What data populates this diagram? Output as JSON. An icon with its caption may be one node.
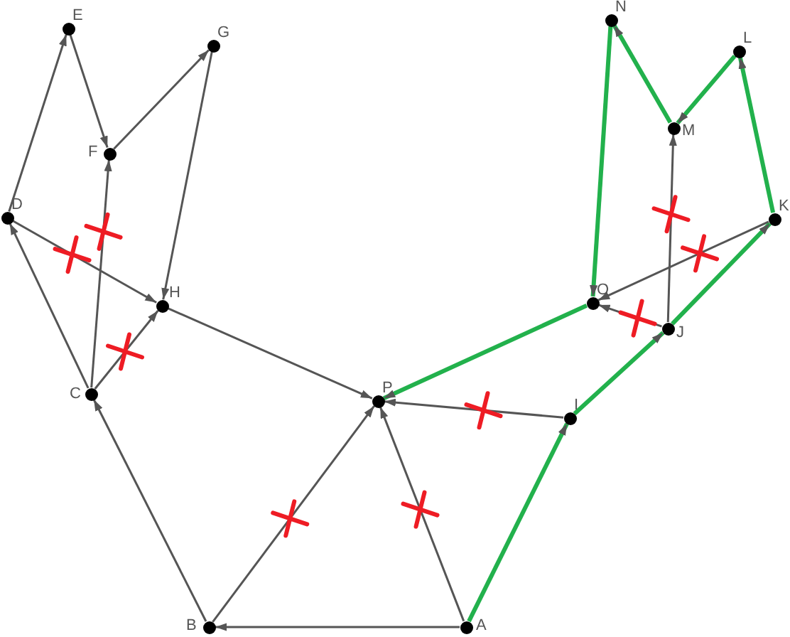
{
  "diagram": {
    "nodes": [
      {
        "text": [],
        "shape": "circle",
        "beside": [
          "A"
        ]
      },
      {
        "text": [],
        "shape": "circle",
        "beside": [
          "B"
        ]
      },
      {
        "text": [],
        "shape": "circle",
        "beside": [
          "C"
        ]
      },
      {
        "text": [],
        "shape": "circle",
        "beside": [
          "D"
        ]
      },
      {
        "text": [],
        "shape": "circle",
        "beside": [
          "E"
        ]
      },
      {
        "text": [],
        "shape": "circle",
        "beside": [
          "F"
        ]
      },
      {
        "text": [],
        "shape": "circle",
        "beside": [
          "G"
        ]
      },
      {
        "text": [],
        "shape": "circle",
        "beside": [
          "H"
        ]
      },
      {
        "text": [],
        "shape": "circle",
        "beside": [
          "I"
        ]
      },
      {
        "text": [],
        "shape": "circle",
        "beside": [
          "J"
        ]
      },
      {
        "text": [],
        "shape": "circle",
        "beside": [
          "K"
        ]
      },
      {
        "text": [],
        "shape": "circle",
        "beside": [
          "L"
        ]
      },
      {
        "text": [],
        "shape": "circle",
        "beside": [
          "M"
        ]
      },
      {
        "text": [],
        "shape": "circle",
        "beside": [
          "N"
        ]
      },
      {
        "text": [],
        "shape": "circle",
        "beside": [
          "O"
        ]
      },
      {
        "text": [],
        "shape": "circle",
        "beside": [
          "P"
        ]
      }
    ],
    "edges": [
      {
        "from": 3,
        "to": 4,
        "arrow": "to"
      },
      {
        "from": 4,
        "to": 5,
        "arrow": "to"
      },
      {
        "from": 5,
        "to": 6,
        "arrow": "to"
      },
      {
        "from": 2,
        "to": 5,
        "arrow": "to"
      },
      {
        "from": 6,
        "to": 7,
        "arrow": "to"
      },
      {
        "from": 3,
        "to": 7,
        "arrow": "to"
      },
      {
        "from": 2,
        "to": 3,
        "arrow": "to"
      },
      {
        "from": 2,
        "to": 7,
        "arrow": "to"
      },
      {
        "from": 7,
        "to": 15,
        "arrow": "to"
      },
      {
        "from": 1,
        "to": 2,
        "arrow": "to"
      },
      {
        "from": 1,
        "to": 15,
        "arrow": "to"
      },
      {
        "from": 0,
        "to": 1,
        "arrow": "to"
      },
      {
        "from": 0,
        "to": 15,
        "arrow": "to"
      },
      {
        "from": 0,
        "to": 8,
        "arrow": "to",
        "style": "thick",
        "color": "#22b14c"
      },
      {
        "from": 8,
        "to": 15,
        "arrow": "to"
      },
      {
        "from": 8,
        "to": 9,
        "arrow": "to",
        "style": "thick",
        "color": "#22b14c"
      },
      {
        "from": 9,
        "to": 14,
        "arrow": "to"
      },
      {
        "from": 9,
        "to": 12,
        "arrow": "to"
      },
      {
        "from": 9,
        "to": 10,
        "arrow": "to",
        "style": "thick",
        "color": "#22b14c"
      },
      {
        "from": 10,
        "to": 14,
        "arrow": "to"
      },
      {
        "from": 10,
        "to": 11,
        "arrow": "to",
        "style": "thick",
        "color": "#22b14c"
      },
      {
        "from": 11,
        "to": 12,
        "arrow": "to",
        "style": "thick",
        "color": "#22b14c"
      },
      {
        "from": 12,
        "to": 13,
        "arrow": "to",
        "style": "thick",
        "color": "#22b14c"
      },
      {
        "from": 13,
        "to": 14,
        "arrow": "to",
        "style": "thick",
        "color": "#22b14c"
      },
      {
        "from": 14,
        "to": 15,
        "arrow": "to",
        "style": "thick",
        "color": "#22b14c"
      }
    ]
  }
}
